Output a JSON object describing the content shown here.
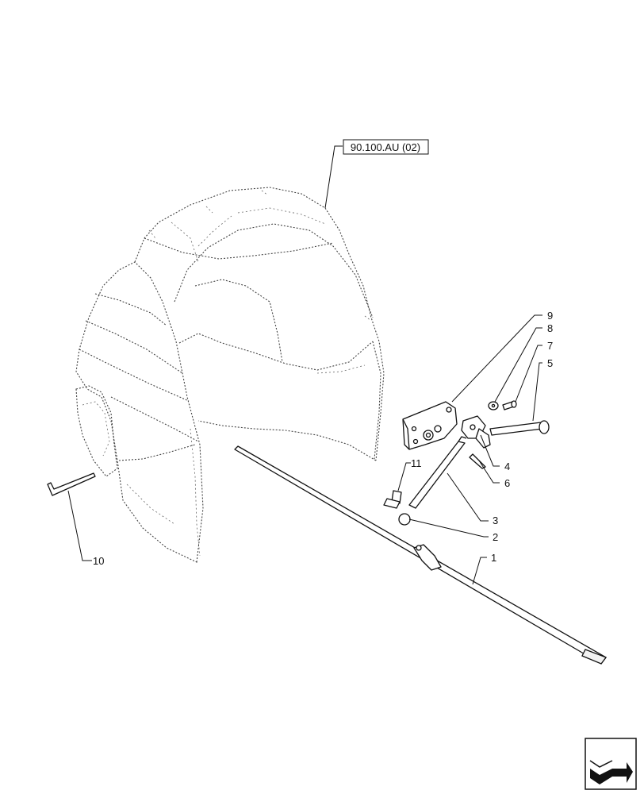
{
  "reference": {
    "label": "90.100.AU (02)"
  },
  "callouts": [
    {
      "id": "c1",
      "text": "1"
    },
    {
      "id": "c2",
      "text": "2"
    },
    {
      "id": "c3",
      "text": "3"
    },
    {
      "id": "c4",
      "text": "4"
    },
    {
      "id": "c5",
      "text": "5"
    },
    {
      "id": "c6",
      "text": "6"
    },
    {
      "id": "c7",
      "text": "7"
    },
    {
      "id": "c8",
      "text": "8"
    },
    {
      "id": "c9",
      "text": "9"
    },
    {
      "id": "c10",
      "text": "10"
    },
    {
      "id": "c11",
      "text": "11"
    }
  ],
  "nav_icon": {
    "name": "next-page-arrow-icon"
  }
}
